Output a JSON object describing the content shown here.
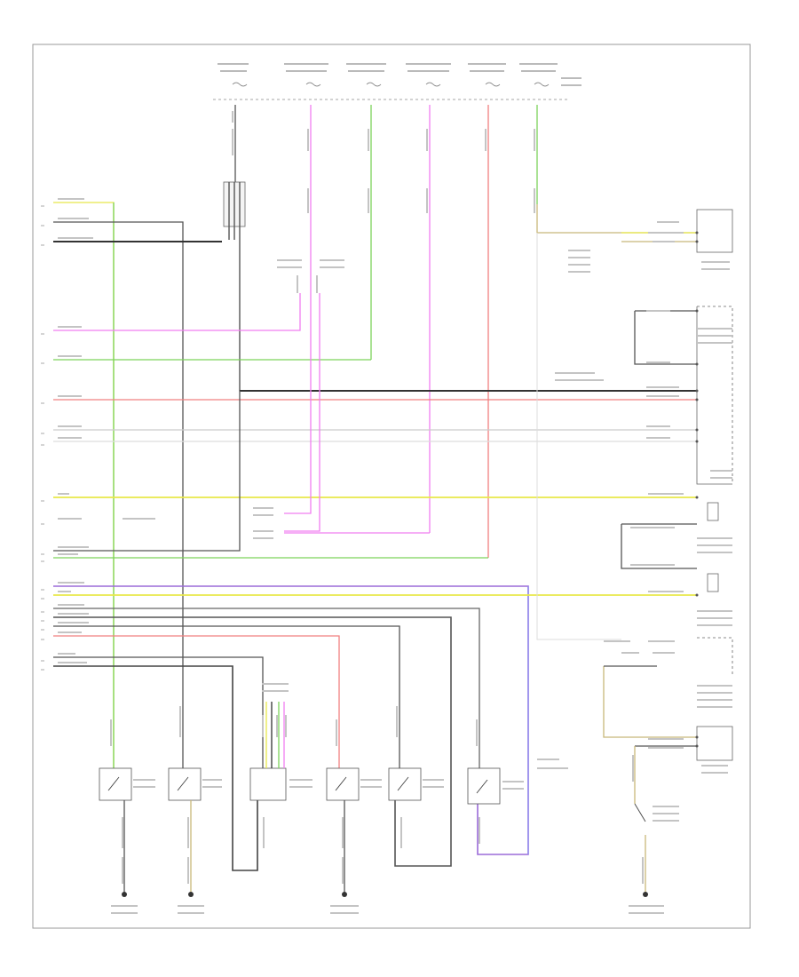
{
  "diagram": {
    "caption": "",
    "wire_colors": {
      "yellow": "#e8e84a",
      "green": "#7cd35a",
      "pink": "#f07ef0",
      "red": "#f08080",
      "gray": "#666666",
      "black": "#333333",
      "purple": "#9b6bd8",
      "blue": "#8f8ff0",
      "tan": "#c8b87a"
    },
    "icons": [
      "ground-symbol",
      "switch-symbol",
      "connector-symbol"
    ]
  }
}
